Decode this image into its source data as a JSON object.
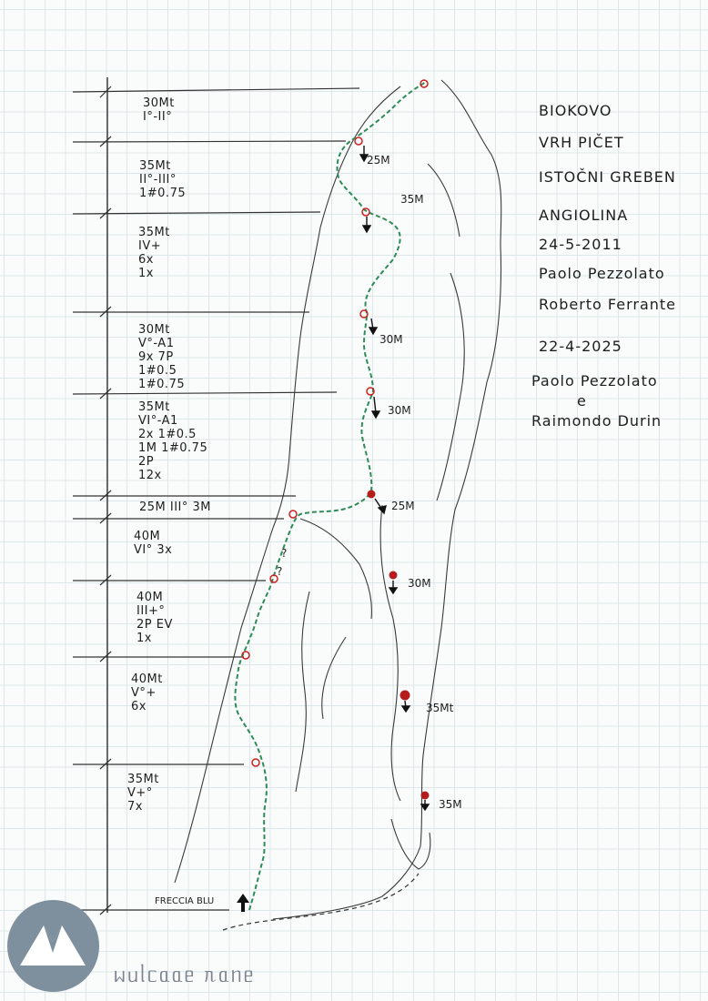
{
  "title": {
    "lines": [
      "BIOKOVO",
      "VRH PIČET",
      "ISTOČNI GREBEN",
      "ANGIOLINA",
      "24-5-2011",
      "Paolo Pezzolato",
      "Roberto Ferrante",
      "22-4-2025",
      "Paolo Pezzolato",
      "e",
      "Raimondo Durin"
    ]
  },
  "pitches": [
    {
      "lines": [
        "30Mt",
        "I°-II°"
      ]
    },
    {
      "lines": [
        "35Mt",
        "II°-III°",
        "1#0.75"
      ]
    },
    {
      "lines": [
        "35Mt",
        "IV+",
        "6x",
        "1x"
      ]
    },
    {
      "lines": [
        "30Mt",
        "V°-A1",
        "9x    7P",
        "1#0.5",
        "1#0.75"
      ]
    },
    {
      "lines": [
        "35Mt",
        "VI°-A1",
        "2x      1#0.5",
        "1M      1#0.75",
        "2P",
        "12x"
      ]
    },
    {
      "lines": [
        "25M  III°  3M"
      ]
    },
    {
      "lines": [
        "40M",
        "VI°  3x"
      ]
    },
    {
      "lines": [
        "40M",
        "III+°",
        "2P      EV",
        "1x"
      ]
    },
    {
      "lines": [
        "40Mt",
        "V°+",
        "6x"
      ]
    },
    {
      "lines": [
        "35Mt",
        "V+°",
        "7x"
      ]
    }
  ],
  "topo_labels": [
    "25M",
    "35M",
    "30M",
    "30M",
    "25M",
    "30M",
    "35Mt",
    "35M",
    "?",
    "?"
  ],
  "start_label": "FRECCIA BLU",
  "logo": {
    "text": "ᥕᥙᥣᥴᥲᥲᥱ ᥰᥲᥒᥱ",
    "circle_color": "#7e8f9e"
  },
  "colors": {
    "route": "#2e8b57",
    "belay": "#cc2222",
    "ink": "#1e1e1e",
    "grid": "#dde7ea"
  }
}
